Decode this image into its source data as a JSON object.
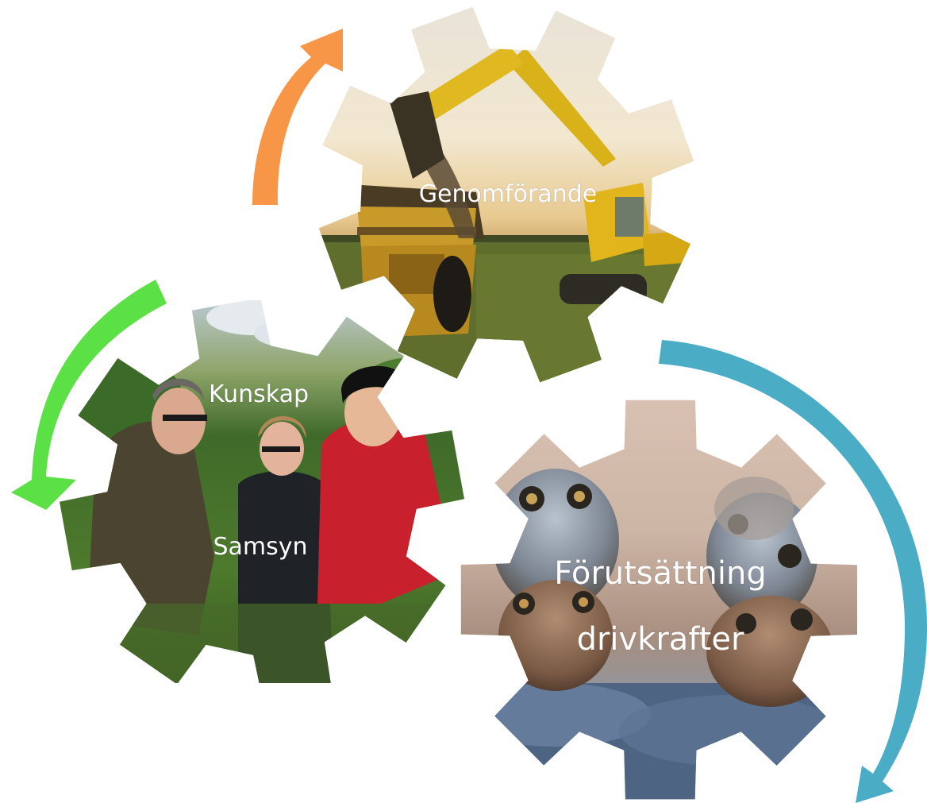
{
  "colors": {
    "arrow_top": "#F79646",
    "arrow_left": "#5BE045",
    "arrow_right": "#4BACC6",
    "background": "#FFFFFF"
  },
  "gears": [
    {
      "id": "genomforande",
      "photo": "excavator loading dump truck at sunset",
      "labels": [
        "Genomförande"
      ]
    },
    {
      "id": "kunskap-samsyn",
      "photo": "three people outdoors in green meadow",
      "labels": [
        "Kunskap",
        "Samsyn"
      ]
    },
    {
      "id": "forutsattning",
      "photo": "frogs in water with spawn",
      "labels": [
        "Förutsättning",
        "drivkrafter"
      ]
    }
  ],
  "arrows": [
    {
      "id": "arrow-top",
      "color_key": "arrow_top",
      "icon": "curved-arrow-up-right"
    },
    {
      "id": "arrow-left",
      "color_key": "arrow_left",
      "icon": "curved-arrow-down-left"
    },
    {
      "id": "arrow-right",
      "color_key": "arrow_right",
      "icon": "curved-arrow-down-clockwise"
    }
  ]
}
